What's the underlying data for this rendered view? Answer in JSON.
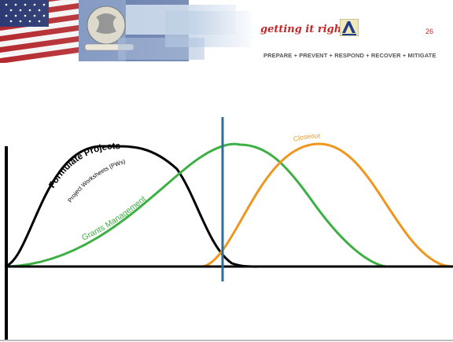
{
  "header": {
    "tagline": "getting it right!",
    "page_number": "26",
    "motto": "PREPARE + PREVENT + RESPOND + RECOVER + MITIGATE",
    "banner_icon": "flag-and-seal-banner",
    "logo_icon": "agency-logo"
  },
  "diagram": {
    "labels": {
      "formulate": "Formulate Projects",
      "worksheets": "Project Worksheets (PWs)",
      "grants": "Grants Management",
      "closeout": "Closeout"
    },
    "colors": {
      "formulate": "#000000",
      "grants": "#3cb043",
      "closeout": "#f0961e",
      "divider": "#2f6e9a",
      "axis": "#000000"
    }
  }
}
